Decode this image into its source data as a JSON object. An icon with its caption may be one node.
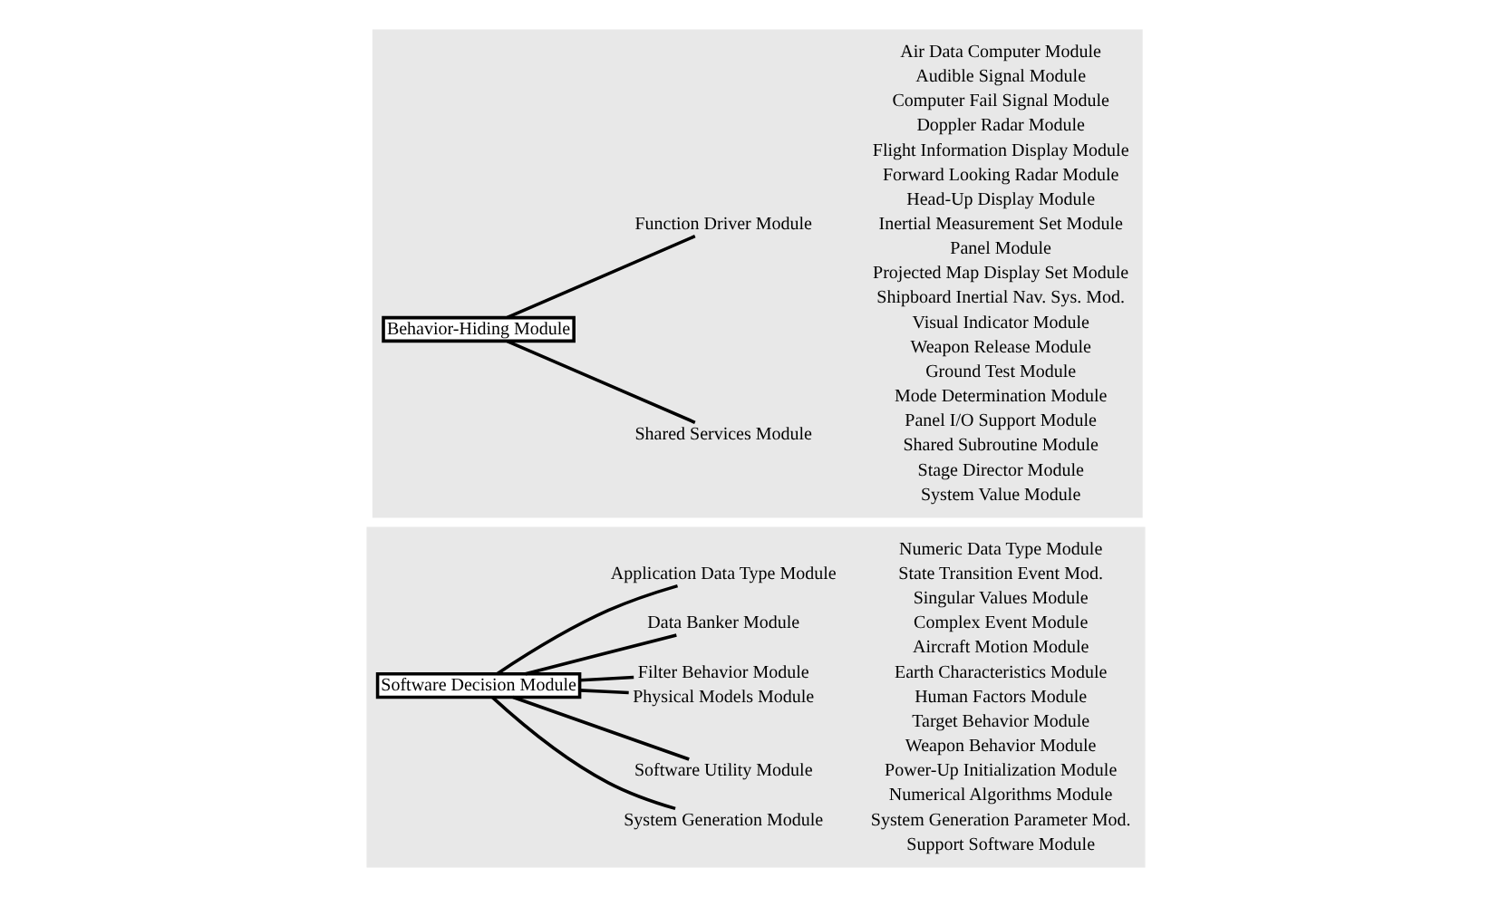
{
  "diagram": {
    "nodes": [
      {
        "text": [],
        "shape": "box"
      },
      {
        "text": [
          "Behavior-Hiding Module"
        ],
        "in": 0
      },
      {
        "text": [
          "Function Driver Module"
        ],
        "in": 0
      },
      {
        "text": [
          "Air Data Computer Module"
        ],
        "in": 0
      },
      {
        "text": [
          "Audible Signal Module"
        ],
        "in": 0
      },
      {
        "text": [
          "Computer Fail Signal Module"
        ],
        "in": 0
      },
      {
        "text": [
          "Doppler Radar Module"
        ],
        "in": 0
      },
      {
        "text": [
          "Flight Information Display Module"
        ],
        "in": 0
      },
      {
        "text": [
          "Forward Looking Radar Module"
        ],
        "in": 0
      },
      {
        "text": [
          "Head-Up Display Module"
        ],
        "in": 0
      },
      {
        "text": [
          "Inertial Measurement Set Module"
        ],
        "in": 0
      },
      {
        "text": [
          "Panel Module"
        ],
        "in": 0
      },
      {
        "text": [
          "Projected Map Display Set Module"
        ],
        "in": 0
      },
      {
        "text": [
          "Shipboard Inertial Nav. Sys. Mod."
        ],
        "in": 0
      },
      {
        "text": [
          "Visual Indicator Module"
        ],
        "in": 0
      },
      {
        "text": [
          "Weapon Release Module"
        ],
        "in": 0
      },
      {
        "text": [
          "Ground Test Module"
        ],
        "in": 0
      },
      {
        "text": [
          "Shared Services Module"
        ],
        "in": 0
      },
      {
        "text": [
          "Mode Determination Module"
        ],
        "in": 0
      },
      {
        "text": [
          "Panel I/O Support Module"
        ],
        "in": 0
      },
      {
        "text": [
          "Shared Subroutine Module"
        ],
        "in": 0
      },
      {
        "text": [
          "Stage Director Module"
        ],
        "in": 0
      },
      {
        "text": [
          "System Value Module"
        ],
        "in": 0
      },
      {
        "text": [],
        "shape": "box"
      },
      {
        "text": [
          "Software Decision Module"
        ],
        "in": 23
      },
      {
        "text": [
          "Application Data Type Module"
        ],
        "in": 23
      },
      {
        "text": [
          "Numeric Data Type Module"
        ],
        "in": 23
      },
      {
        "text": [
          "State Transition Event Mod."
        ],
        "in": 23
      },
      {
        "text": [
          "Data Banker Module"
        ],
        "in": 23
      },
      {
        "text": [
          "Singular Values Module"
        ],
        "in": 23
      },
      {
        "text": [
          "Complex Event Module"
        ],
        "in": 23
      },
      {
        "text": [
          "Filter Behavior Module"
        ],
        "in": 23
      },
      {
        "text": [
          "Physical Models Module"
        ],
        "in": 23
      },
      {
        "text": [
          "Aircraft Motion Module"
        ],
        "in": 23
      },
      {
        "text": [
          "Earth Characteristics Module"
        ],
        "in": 23
      },
      {
        "text": [
          "Human Factors Module"
        ],
        "in": 23
      },
      {
        "text": [
          "Target Behavior Module"
        ],
        "in": 23
      },
      {
        "text": [
          "Weapon Behavior Module"
        ],
        "in": 23
      },
      {
        "text": [
          "Software Utility Module"
        ],
        "in": 23
      },
      {
        "text": [
          "Power-Up Initialization Module"
        ],
        "in": 23
      },
      {
        "text": [
          "Numerical Algorithms Module"
        ],
        "in": 23
      },
      {
        "text": [
          "System Generation Module"
        ],
        "in": 23
      },
      {
        "text": [
          "System Generation Parameter Mod."
        ],
        "in": 23
      },
      {
        "text": [
          "Support Software Module"
        ],
        "in": 23
      }
    ],
    "edges": [
      {
        "from": 1,
        "to": 2,
        "arrow": "none"
      },
      {
        "from": 1,
        "to": 17,
        "arrow": "none"
      },
      {
        "from": 24,
        "to": 25,
        "arrow": "none"
      },
      {
        "from": 24,
        "to": 28,
        "arrow": "none"
      },
      {
        "from": 24,
        "to": 31,
        "arrow": "none"
      },
      {
        "from": 24,
        "to": 32,
        "arrow": "none"
      },
      {
        "from": 24,
        "to": 38,
        "arrow": "none"
      },
      {
        "from": 24,
        "to": 41,
        "arrow": "none"
      }
    ]
  }
}
